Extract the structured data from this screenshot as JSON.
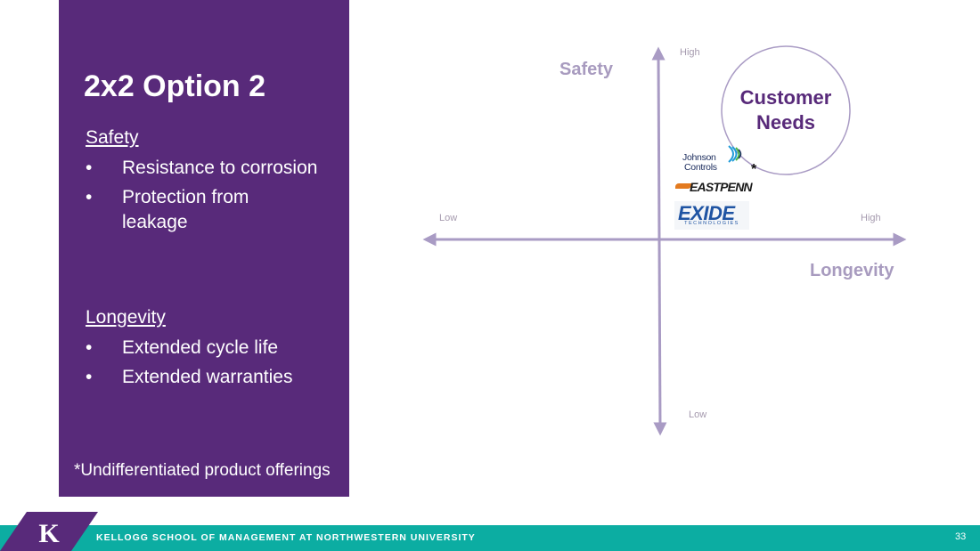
{
  "panel": {
    "title": "2x2 Option 2",
    "sections": [
      {
        "heading": "Safety",
        "bullets": [
          "Resistance to corrosion",
          "Protection from leakage"
        ]
      },
      {
        "heading": "Longevity",
        "bullets": [
          "Extended cycle life",
          "Extended warranties"
        ]
      }
    ],
    "bullet_glyph": "•",
    "footnote": "*Undifferentiated product offerings"
  },
  "diagram": {
    "vertical_axis": {
      "title": "Safety",
      "high_label": "High",
      "low_label": "Low"
    },
    "horizontal_axis": {
      "title": "Longevity",
      "high_label": "High",
      "low_label": "Low"
    },
    "target": {
      "line1": "Customer",
      "line2": "Needs"
    },
    "competitors": [
      {
        "name_line1": "Johnson",
        "name_line2": "Controls"
      },
      {
        "name": "EASTPENN"
      },
      {
        "name": "EXIDE",
        "sub": "TECHNOLOGIES"
      }
    ],
    "asterisk": "*",
    "colors": {
      "axis": "#a99bc4",
      "axis_title": "#a89bbf",
      "target_text": "#582a7a"
    }
  },
  "footer": {
    "logo_letter": "K",
    "school_name": "KELLOGG SCHOOL OF MANAGEMENT AT NORTHWESTERN UNIVERSITY",
    "page_number": "33",
    "colors": {
      "bar": "#0cada2",
      "logo": "#582a7a",
      "panel": "#582a7a"
    }
  }
}
